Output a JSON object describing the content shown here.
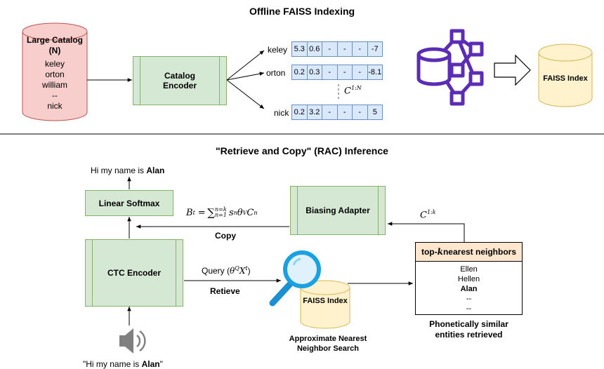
{
  "top": {
    "title": "Offline FAISS Indexing",
    "catalog": {
      "title": "Large Catalog (N)",
      "entries": [
        "keley",
        "orton",
        "william",
        "--",
        "nick"
      ]
    },
    "encoder_label": "Catalog Encoder",
    "vectors": [
      {
        "label": "keley",
        "cells": [
          "5.3",
          "0.6",
          "-",
          "-",
          "-",
          "-7"
        ]
      },
      {
        "label": "orton",
        "cells": [
          "0.2",
          "0.3",
          "-",
          "-",
          "-",
          "-8.1"
        ]
      },
      {
        "label": "nick",
        "cells": [
          "0.2",
          "3.2",
          "-",
          "-",
          "-",
          "5"
        ]
      }
    ],
    "matrix_label": {
      "base": "C",
      "sup": "1:N"
    },
    "faiss_index_label": "FAISS Index"
  },
  "bottom": {
    "title": "\"Retrieve and Copy\" (RAC) Inference",
    "output_text": {
      "prefix": "Hi my name is ",
      "name": "Alan"
    },
    "linear_softmax_label": "Linear Softmax",
    "ctc_encoder_label": "CTC Encoder",
    "biasing_adapter_label": "Biasing Adapter",
    "bias_formula": {
      "lhs": "B",
      "lhs_sup": "t",
      "sum_top": "n=k",
      "sum_bottom": "n=1",
      "rest_parts": [
        "s",
        "n",
        "θ",
        "V",
        "C",
        "n"
      ]
    },
    "copy_label": "Copy",
    "c1k_label": {
      "base": "C",
      "sup": "1:k"
    },
    "query_label": {
      "prefix": "Query (",
      "theta": "θ",
      "theta_sup": "Q",
      "x": "X",
      "x_sup": "t",
      "suffix": ")"
    },
    "retrieve_label": "Retieve",
    "faiss_index_label": "FAISS Index",
    "ann_label": "Approximate Nearest Neighbor Search",
    "knn": {
      "header": {
        "prefix": "top-",
        "k": "k",
        "suffix": " nearest neighbors"
      },
      "items": [
        {
          "text": "Ellen",
          "bold": false
        },
        {
          "text": "Hellen",
          "bold": false
        },
        {
          "text": "Alan",
          "bold": true
        },
        {
          "text": "--",
          "bold": false
        },
        {
          "text": "--",
          "bold": false
        }
      ]
    },
    "phonetic_label": "Phonetically similar entities retrieved",
    "input_text": {
      "prefix": "\"Hi my name is ",
      "name": "Alan",
      "suffix": "\""
    }
  },
  "colors": {
    "catalog_fill": "#f8cecc",
    "catalog_stroke": "#b85450",
    "green_fill": "#d5e8d4",
    "green_stroke": "#82b366",
    "vector_fill": "#dae8fc",
    "vector_stroke": "#6c8ebf",
    "faiss_fill": "#fff2cc",
    "faiss_stroke": "#d6b656",
    "network_stroke": "#5b2db5",
    "magnifier": "#1ba1e2",
    "knn_header_fill": "#ffe6cc",
    "speaker": "#808080"
  },
  "icons": [
    "neural-network-icon",
    "arrow-right-icon",
    "magnifier-icon",
    "speaker-icon"
  ]
}
